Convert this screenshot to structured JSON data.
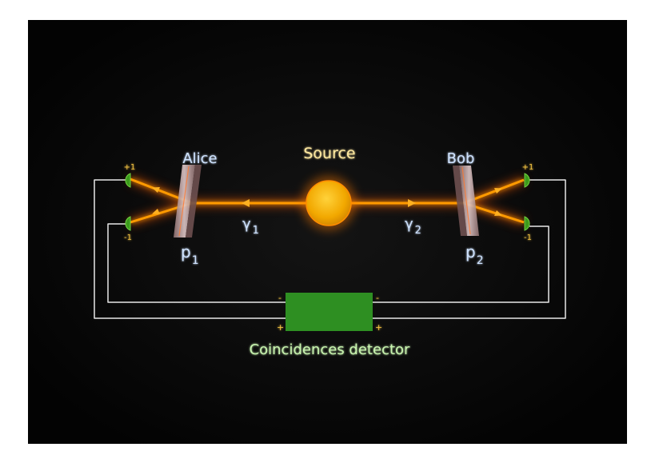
{
  "labels": {
    "source": "Source",
    "alice": "Alice",
    "bob": "Bob",
    "gamma1": "γ",
    "gamma1_sub": "1",
    "gamma2": "γ",
    "gamma2_sub": "2",
    "p1": "p",
    "p1_sub": "1",
    "p2": "p",
    "p2_sub": "2",
    "left_plus": "+1",
    "left_minus": "-1",
    "right_plus": "+1",
    "right_minus": "-1",
    "det_minus_left": "-",
    "det_minus_right": "-",
    "det_plus_left": "+",
    "det_plus_right": "+",
    "detector": "Coincidences detector"
  },
  "colors": {
    "panel": "#050505",
    "beam": "#ff9a00",
    "beam_glow": "#ff5a00",
    "source": "#f5b400",
    "polarizer": "#c9a9a9",
    "detector_cup": "#3c9a1c",
    "detector_box": "#2e8f22",
    "wire": "#e8e8e8",
    "text_blue": "#cfe3ff",
    "text_source": "#ffe9a0",
    "text_green": "#c9f5b0",
    "text_sign": "#f0c040"
  }
}
